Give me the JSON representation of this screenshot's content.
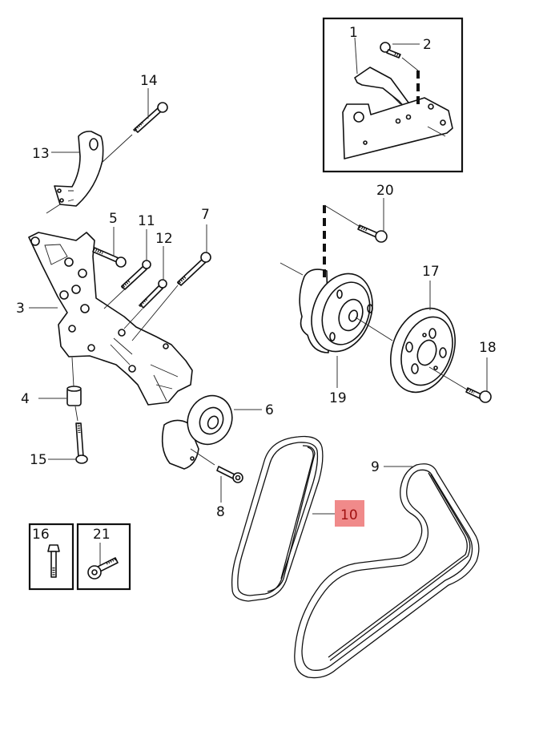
{
  "diagram": {
    "title": "Accessory drive belt / tensioner parts diagram",
    "highlight_color": "#f08a8a",
    "highlighted_part": "10",
    "callouts": {
      "p1": "1",
      "p2": "2",
      "p3": "3",
      "p4": "4",
      "p5": "5",
      "p6": "6",
      "p7": "7",
      "p8": "8",
      "p9": "9",
      "p10": "10",
      "p11": "11",
      "p12": "12",
      "p13": "13",
      "p14": "14",
      "p15": "15",
      "p16": "16",
      "p17": "17",
      "p18": "18",
      "p19": "19",
      "p20": "20",
      "p21": "21"
    },
    "parts": [
      {
        "id": "1",
        "name": "bracket"
      },
      {
        "id": "2",
        "name": "bolt"
      },
      {
        "id": "3",
        "name": "mounting bracket"
      },
      {
        "id": "4",
        "name": "sleeve"
      },
      {
        "id": "5",
        "name": "bolt"
      },
      {
        "id": "6",
        "name": "idler pulley"
      },
      {
        "id": "7",
        "name": "bolt"
      },
      {
        "id": "8",
        "name": "bolt"
      },
      {
        "id": "9",
        "name": "drive belt"
      },
      {
        "id": "10",
        "name": "drive belt"
      },
      {
        "id": "11",
        "name": "bolt"
      },
      {
        "id": "12",
        "name": "bolt"
      },
      {
        "id": "13",
        "name": "support bracket"
      },
      {
        "id": "14",
        "name": "bolt"
      },
      {
        "id": "15",
        "name": "bolt"
      },
      {
        "id": "16",
        "name": "bolt"
      },
      {
        "id": "17",
        "name": "pulley"
      },
      {
        "id": "18",
        "name": "bolt"
      },
      {
        "id": "19",
        "name": "pump with pulley"
      },
      {
        "id": "20",
        "name": "bolt"
      },
      {
        "id": "21",
        "name": "bolt"
      }
    ]
  }
}
